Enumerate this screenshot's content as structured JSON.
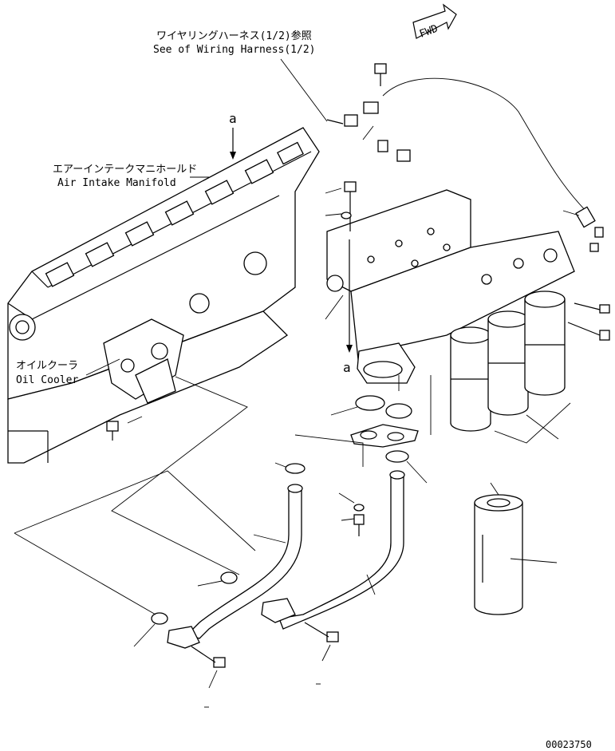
{
  "labels": {
    "fwd": "FWD",
    "wiring_jp": "ワイヤリングハーネス(1/2)参照",
    "wiring_en": "See of Wiring Harness(1/2)",
    "manifold_jp": "エアーインテークマニホールド",
    "manifold_en": "Air Intake Manifold",
    "cooler_jp": "オイルクーラ",
    "cooler_en": "Oil Cooler",
    "ref_a_top": "a",
    "ref_a_bottom": "a",
    "drawing_number": "00023750"
  },
  "icons": {
    "fwd": "fwd-arrow-icon"
  }
}
